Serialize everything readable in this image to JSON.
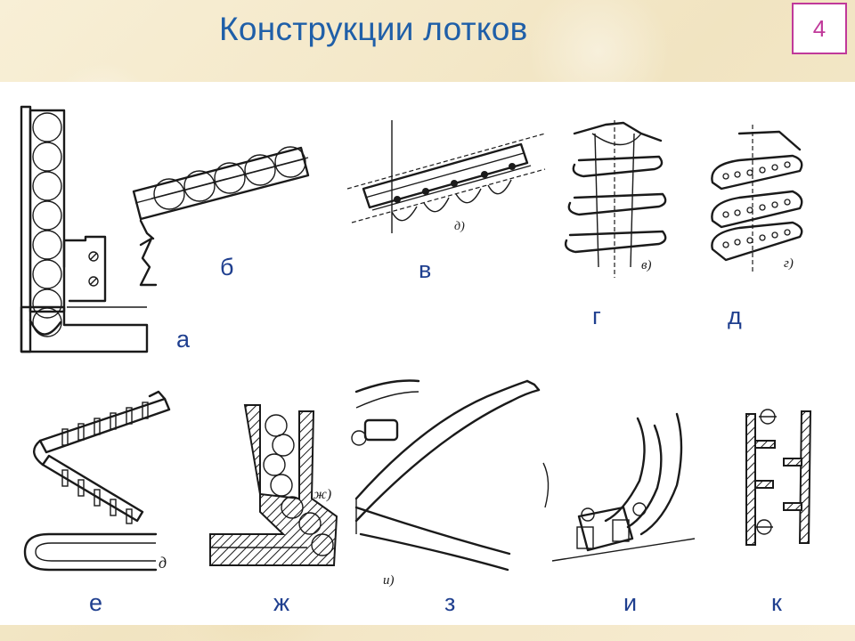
{
  "title": "Конструкции лотков",
  "page_number": "4",
  "figure_labels": {
    "a": "а",
    "b": "б",
    "v": "в",
    "g": "г",
    "d": "д",
    "e": "е",
    "zh": "ж",
    "z": "з",
    "i": "и",
    "k": "к"
  },
  "drawing_captions": {
    "v_sub": "д)",
    "g_sub": "в)",
    "d_sub": "г)",
    "zh_sub": "ж)",
    "z_sub": "и)",
    "e_sub": "д"
  }
}
